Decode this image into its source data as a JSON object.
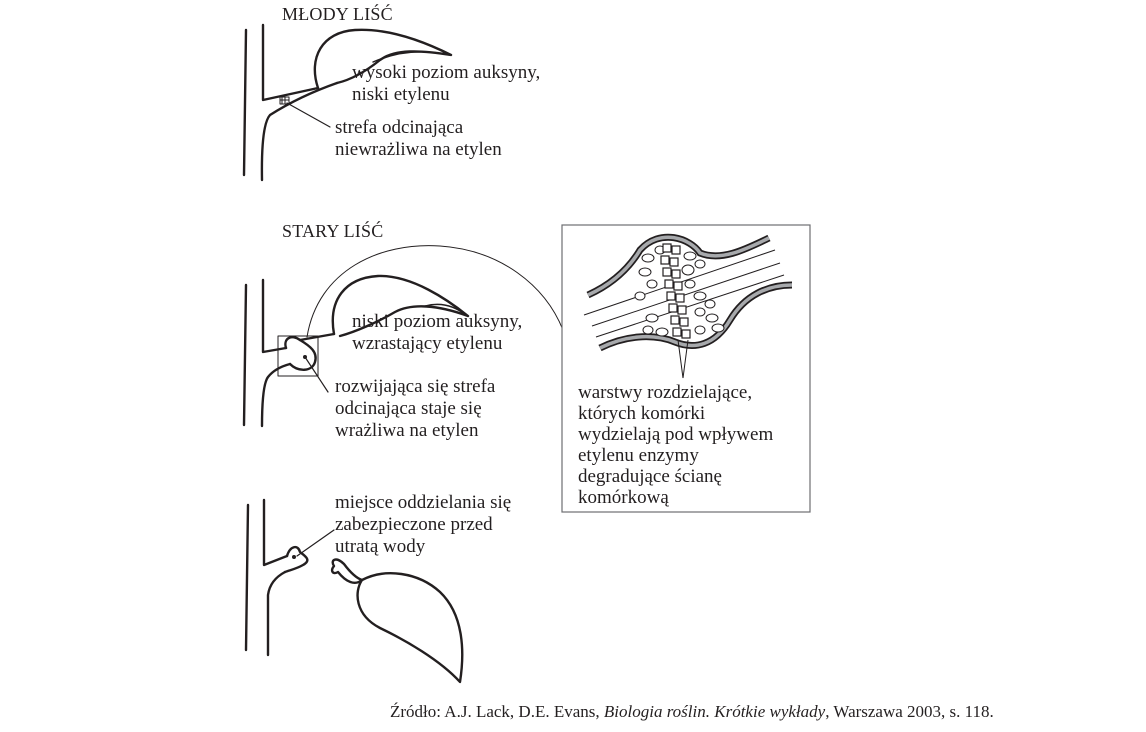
{
  "young_leaf": {
    "title": "MŁODY LIŚĆ",
    "label_top": "wysoki poziom auksyny,\nniski etylenu",
    "label_bottom": "strefa odcinająca\nniewrażliwa na etylen"
  },
  "old_leaf": {
    "title": "STARY LIŚĆ",
    "label_top": "niski poziom auksyny,\nwzrastający etylenu",
    "label_bottom": "rozwijająca się strefa\nodcinająca staje się\nwrażliwa na etylen"
  },
  "inset": {
    "label": "warstwy rozdzielające,\nktórych komórki\nwydzielają pod wpływem\netylenu enzymy\ndegradujące ścianę\nkomórkową"
  },
  "detached": {
    "label": "miejsce oddzielania się\nzabezpieczone przed\nutratą wody"
  },
  "source": {
    "prefix": "Źródło: A.J. Lack, D.E. Evans, ",
    "title": "Biologia roślin. Krótkie wykłady",
    "suffix": ", Warszawa 2003, s. 118."
  }
}
